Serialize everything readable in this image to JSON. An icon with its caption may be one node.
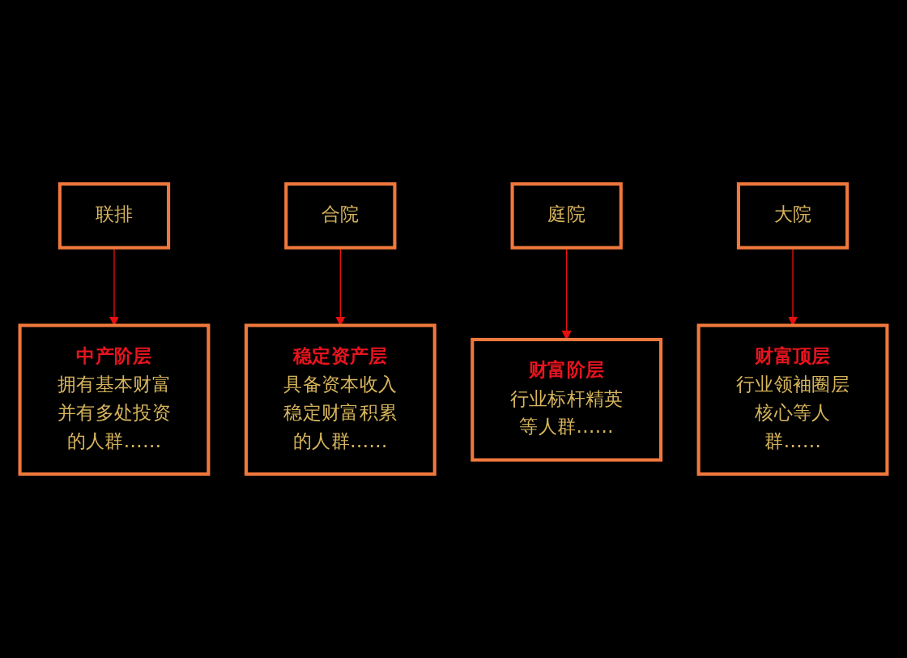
{
  "diagram": {
    "nodes": [
      {
        "text": [
          "联排"
        ]
      },
      {
        "text": [
          "合院"
        ]
      },
      {
        "text": [
          "庭院"
        ]
      },
      {
        "text": [
          "大院"
        ]
      },
      {
        "text": [
          "中产阶层",
          "拥有基本财富并有多处投资的人群……"
        ]
      },
      {
        "text": [
          "稳定资产层",
          "具备资本收入稳定财富积累的人群……"
        ]
      },
      {
        "text": [
          "财富阶层",
          "行业标杆精英等人群……"
        ]
      },
      {
        "text": [
          "财富顶层",
          "行业领袖圈层核心等人群……"
        ]
      }
    ],
    "edges": [
      {
        "from": 0,
        "to": 4,
        "arrow": "to"
      },
      {
        "from": 1,
        "to": 5,
        "arrow": "to"
      },
      {
        "from": 2,
        "to": 6,
        "arrow": "to"
      },
      {
        "from": 3,
        "to": 7,
        "arrow": "to"
      }
    ]
  }
}
